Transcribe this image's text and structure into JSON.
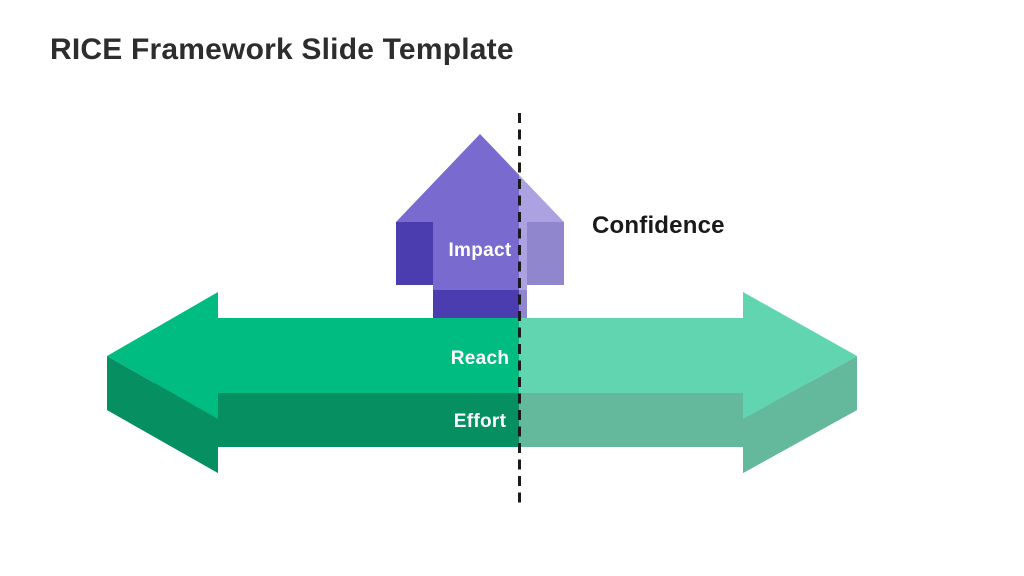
{
  "title": "RICE Framework Slide Template",
  "diagram": {
    "impact_label": "Impact",
    "confidence_label": "Confidence",
    "reach_label": "Reach",
    "effort_label": "Effort"
  },
  "colors": {
    "title_text": "#2d2d2d",
    "band_label_text": "#ffffff",
    "confidence_text": "#1a1a1a",
    "purple_mid": "#796acf",
    "purple_dark": "#4b3caf",
    "green_bright": "#00bc80",
    "green_dark": "#068f60",
    "dashed_line": "#1a1a1a",
    "background": "#ffffff"
  }
}
